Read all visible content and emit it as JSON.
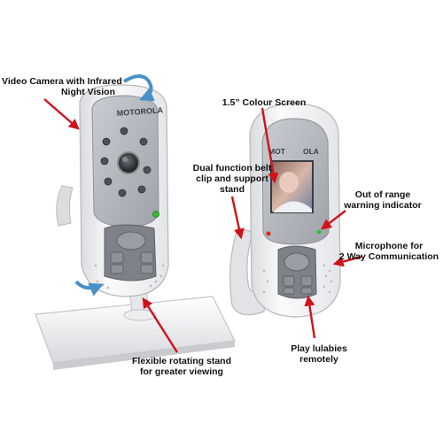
{
  "brand": {
    "camera": "MOTOROLA",
    "parent_left": "MOT",
    "parent_right": "OLA"
  },
  "labels": {
    "camera": [
      "Video Camera with Infrared",
      "Night Vision"
    ],
    "screen": [
      "1.5” Colour Screen"
    ],
    "clip": [
      "Dual function belt",
      "clip and support",
      "stand"
    ],
    "range": [
      "Out of range",
      "warning indicator"
    ],
    "mic": [
      "Microphone for",
      "2 Way Communication"
    ],
    "stand": [
      "Flexible rotating stand",
      "for greater viewing"
    ],
    "lullaby": [
      "Play lulabies",
      "remotely"
    ]
  },
  "colors": {
    "arrow": "#d0121b",
    "device_body": "#f4f4f6",
    "silver": "#b5b8bd",
    "keypad": "#7e8288",
    "rotate_arrow": "#4a90c8",
    "led_green": "#2fc22f",
    "led_red": "#e02020"
  }
}
